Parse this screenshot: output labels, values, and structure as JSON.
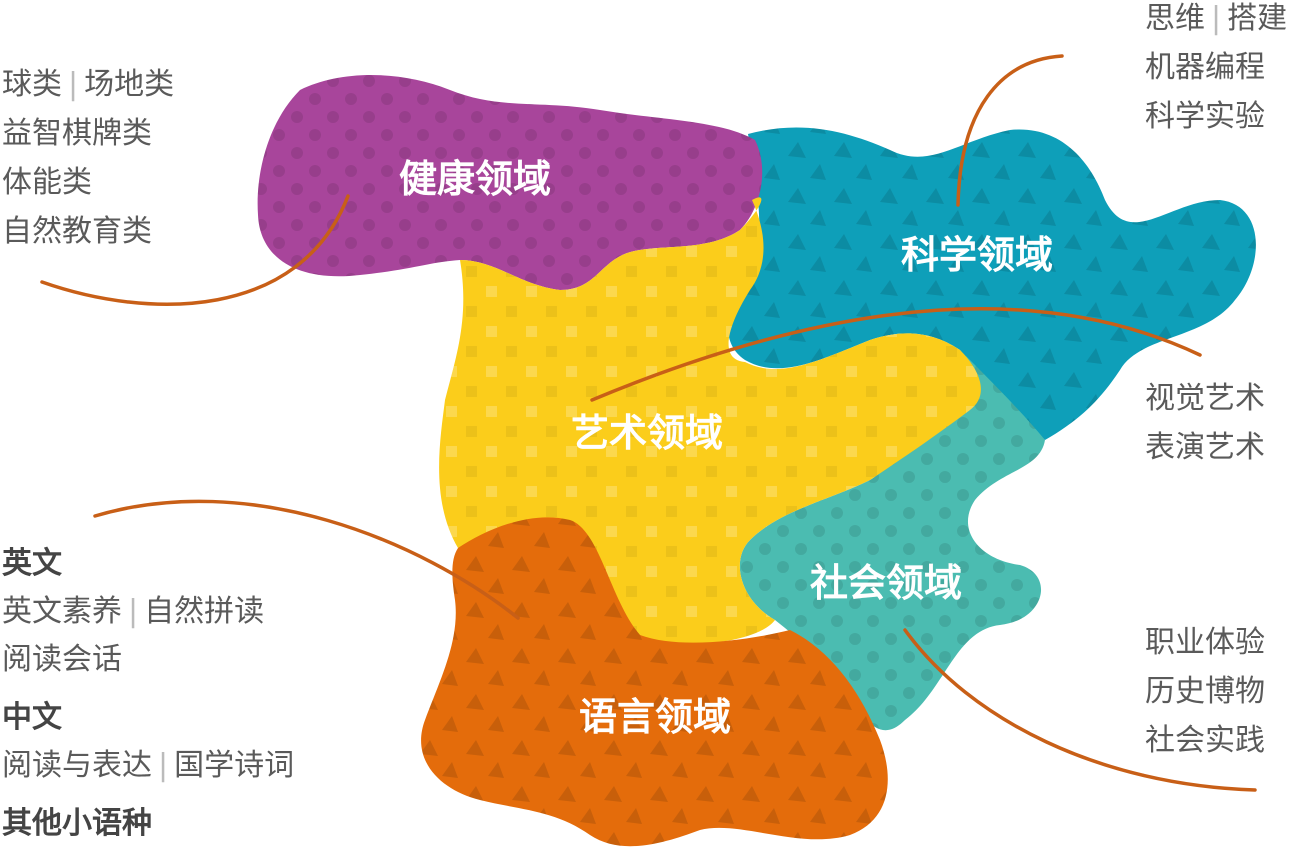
{
  "colors": {
    "health": "#a8459b",
    "science": "#0e9fb9",
    "art": "#fbcd1b",
    "social": "#4bbcb1",
    "language": "#e46c0b",
    "connector": "#c85f17",
    "note_text": "#5a5a5a"
  },
  "regions": {
    "health": "健康领域",
    "science": "科学领域",
    "art": "艺术领域",
    "social": "社会领域",
    "language": "语言领域"
  },
  "notes": {
    "health": [
      [
        "球类",
        "场地类"
      ],
      [
        "益智棋牌类"
      ],
      [
        "体能类"
      ],
      [
        "自然教育类"
      ]
    ],
    "science": [
      [
        "思维",
        "搭建"
      ],
      [
        "机器编程"
      ],
      [
        "科学实验"
      ]
    ],
    "art": [
      [
        "视觉艺术"
      ],
      [
        "表演艺术"
      ]
    ],
    "social": [
      [
        "职业体验"
      ],
      [
        "历史博物"
      ],
      [
        "社会实践"
      ]
    ],
    "language": {
      "english_title": "英文",
      "english_lines": [
        [
          "英文素养",
          "自然拼读"
        ],
        [
          "阅读会话"
        ]
      ],
      "chinese_title": "中文",
      "chinese_lines": [
        [
          "阅读与表达",
          "国学诗词"
        ]
      ],
      "other_title": "其他小语种"
    }
  }
}
